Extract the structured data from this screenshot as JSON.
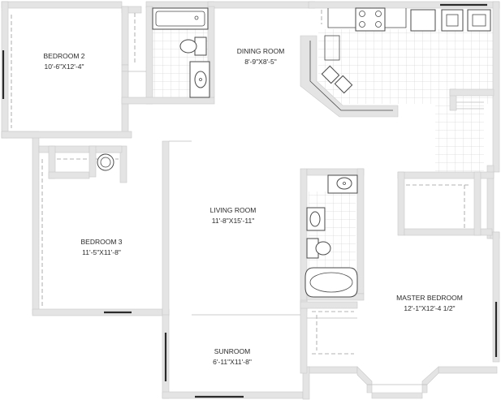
{
  "rooms": {
    "bedroom2": {
      "name": "BEDROOM 2",
      "size": "10'-6\"X12'-4\""
    },
    "dining": {
      "name": "DINING ROOM",
      "size": "8'-9\"X8'-5\""
    },
    "living": {
      "name": "LIVING ROOM",
      "size": "11'-8\"X15'-11\""
    },
    "bedroom3": {
      "name": "BEDROOM 3",
      "size": "11'-5\"X11'-8\""
    },
    "master": {
      "name": "MASTER BEDROOM",
      "size": "12'-1\"X12'-4 1/2\""
    },
    "sunroom": {
      "name": "SUNROOM",
      "size": "6'-11\"X11'-8\""
    }
  },
  "colors": {
    "wall": "#e4e4e4",
    "wall_edge": "#c9c9c9",
    "fixture_stroke": "#4a4a4a",
    "tile_grid": "#d6d6d6",
    "label_text": "#2a2a2a"
  }
}
